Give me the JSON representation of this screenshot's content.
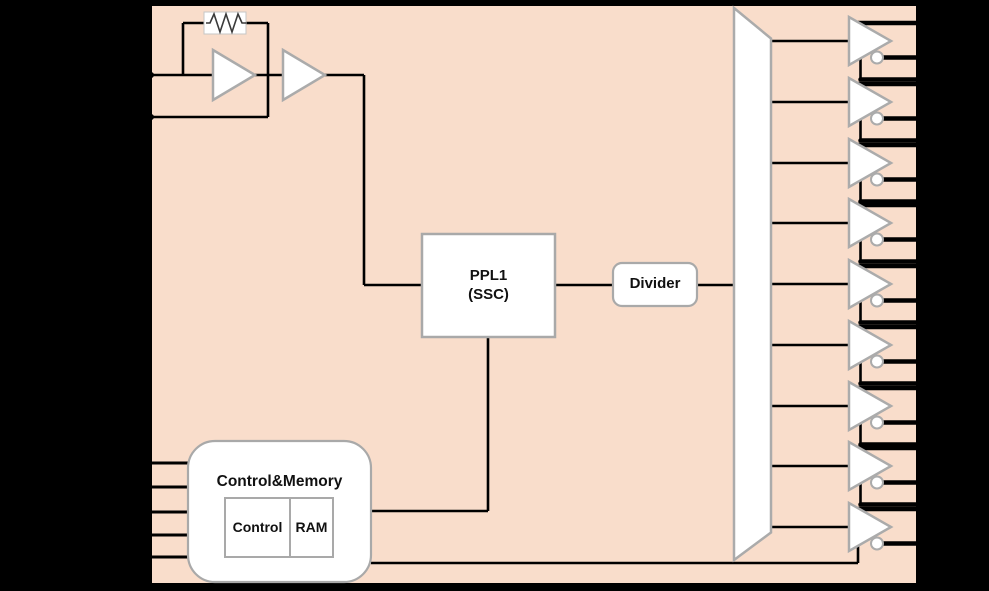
{
  "diagram": {
    "title": "clock-generator-ic-block-diagram",
    "colors": {
      "background": "#000000",
      "chip_fill": "#f9ddcb",
      "block_fill": "#ffffff",
      "block_border": "#a9a9a9",
      "wire": "#000000"
    },
    "blocks": {
      "pll": {
        "label_line1": "PPL1",
        "label_line2": "(SSC)"
      },
      "divider": {
        "label": "Divider"
      },
      "control_memory": {
        "title": "Control&Memory",
        "control_label": "Control",
        "ram_label": "RAM"
      }
    },
    "outputs": {
      "count": 9,
      "y_centers": [
        41,
        102,
        163,
        223,
        284,
        345,
        406,
        466,
        527
      ]
    },
    "control_input_pins": {
      "count": 5,
      "y_centers": [
        463,
        487,
        512,
        535,
        557
      ]
    }
  }
}
